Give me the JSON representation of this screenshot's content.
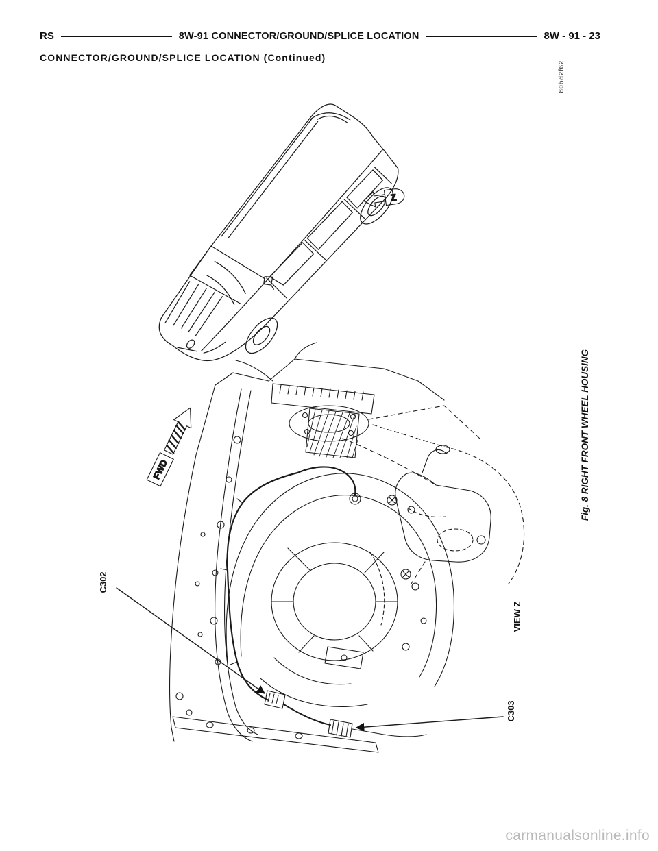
{
  "header": {
    "doc_code": "RS",
    "title": "8W-91 CONNECTOR/GROUND/SPLICE LOCATION",
    "page_number": "8W - 91 - 23"
  },
  "subtitle": "CONNECTOR/GROUND/SPLICE LOCATION (Continued)",
  "figure": {
    "image_code": "80bd2f62",
    "caption": "Fig. 8 RIGHT FRONT WHEEL HOUSING",
    "view_label": "VIEW Z",
    "fwd_arrow_label": "FWD",
    "view_arrow_letter": "Z",
    "callouts": {
      "c302": "C302",
      "c303": "C303"
    }
  },
  "watermark": "carmanualsonline.info"
}
